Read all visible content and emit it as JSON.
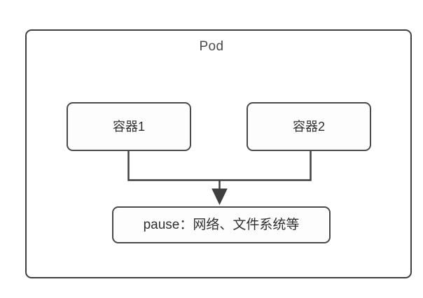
{
  "diagram": {
    "title": "Pod",
    "type": "block-diagram",
    "background_color": "#ffffff",
    "stroke_color": "#3f3f3f",
    "text_color": "#2f2f2f",
    "outer_box": {
      "label": "Pod"
    },
    "containers": [
      {
        "label": "容器1"
      },
      {
        "label": "容器2"
      }
    ],
    "pause": {
      "label": "pause：网络、文件系统等"
    },
    "connector": {
      "arrow_style": "filled-triangle",
      "direction": "down",
      "description": "容器1 和 容器2 汇合后指向 pause"
    }
  }
}
